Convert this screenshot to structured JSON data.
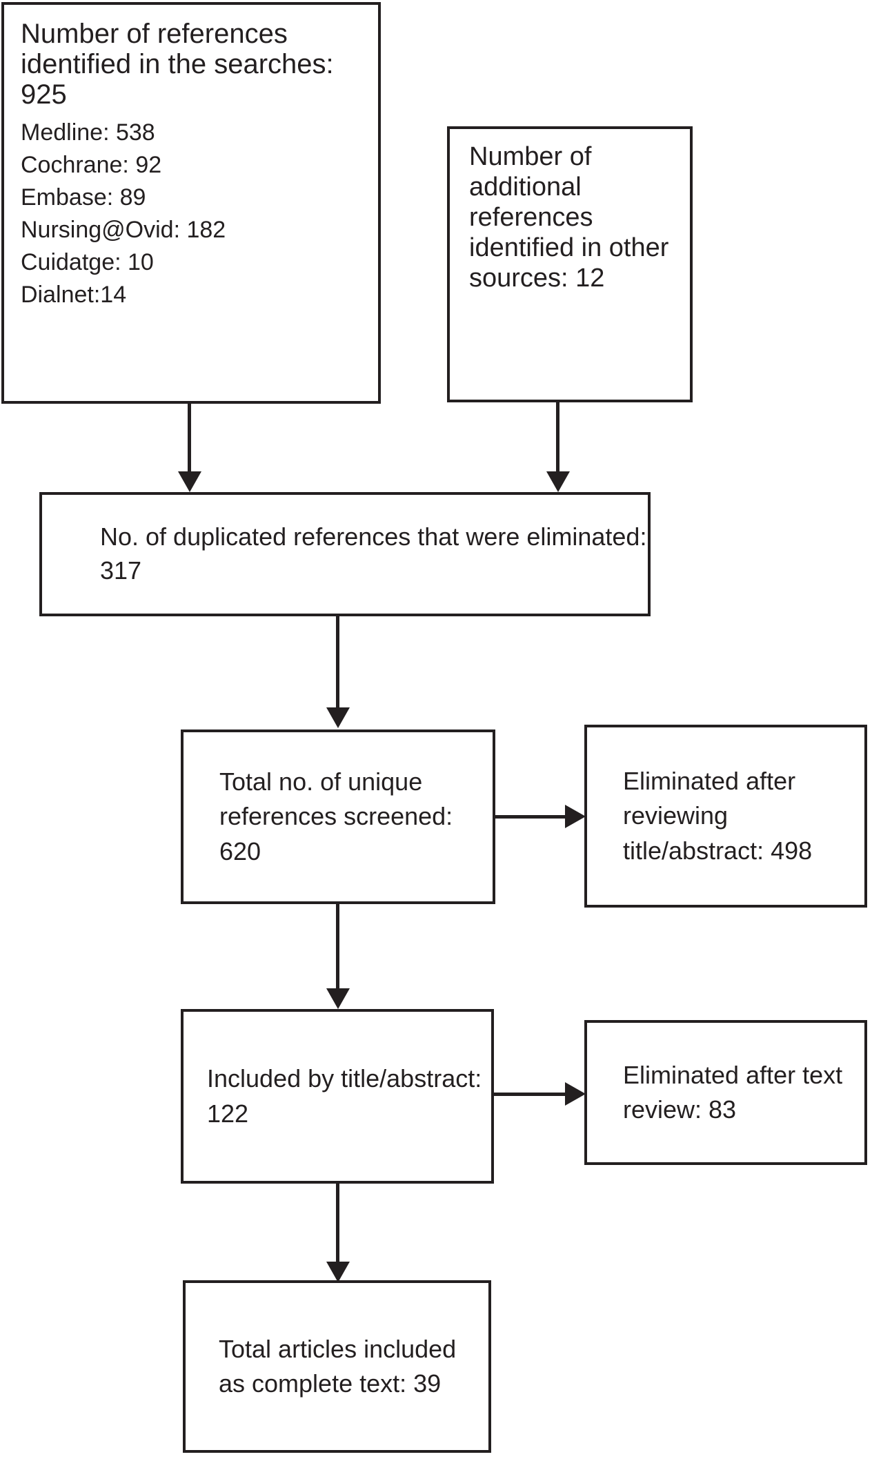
{
  "diagram": {
    "type": "prisma-flow-diagram",
    "orientation": "vertical",
    "colors": {
      "stroke": "#231f20",
      "fill": "#ffffff",
      "background": "#ffffff"
    },
    "nodes": {
      "searches": {
        "heading": "Number of references identified in the searches: 925",
        "sources_text": "Medline: 538\nCochrane: 92\nEmbase: 89\nNursing@Ovid: 182\nCuidatge: 10\nDialnet:14",
        "total": 925,
        "sources": [
          {
            "name": "Medline",
            "count": 538
          },
          {
            "name": "Cochrane",
            "count": 92
          },
          {
            "name": "Embase",
            "count": 89
          },
          {
            "name": "Nursing@Ovid",
            "count": 182
          },
          {
            "name": "Cuidatge",
            "count": 10
          },
          {
            "name": "Dialnet",
            "count": 14
          }
        ]
      },
      "additional": {
        "text": "Number of additional references identified in other sources: 12",
        "count": 12
      },
      "duplicates": {
        "text": "No. of duplicated references that were eliminated: 317",
        "count": 317
      },
      "screened": {
        "text": "Total no. of unique references screened: 620",
        "count": 620
      },
      "eliminated_title_abstract": {
        "text": "Eliminated after reviewing title/abstract: 498",
        "count": 498
      },
      "included_title_abstract": {
        "text": "Included by title/abstract: 122",
        "count": 122
      },
      "eliminated_text_review": {
        "text": "Eliminated after text review: 83",
        "count": 83
      },
      "total_included": {
        "text": "Total articles included as complete text: 39",
        "count": 39
      }
    },
    "edges": [
      {
        "from": "searches",
        "to": "duplicates",
        "direction": "down"
      },
      {
        "from": "additional",
        "to": "duplicates",
        "direction": "down"
      },
      {
        "from": "duplicates",
        "to": "screened",
        "direction": "down"
      },
      {
        "from": "screened",
        "to": "eliminated_title_abstract",
        "direction": "right"
      },
      {
        "from": "screened",
        "to": "included_title_abstract",
        "direction": "down"
      },
      {
        "from": "included_title_abstract",
        "to": "eliminated_text_review",
        "direction": "right"
      },
      {
        "from": "included_title_abstract",
        "to": "total_included",
        "direction": "down"
      }
    ]
  }
}
